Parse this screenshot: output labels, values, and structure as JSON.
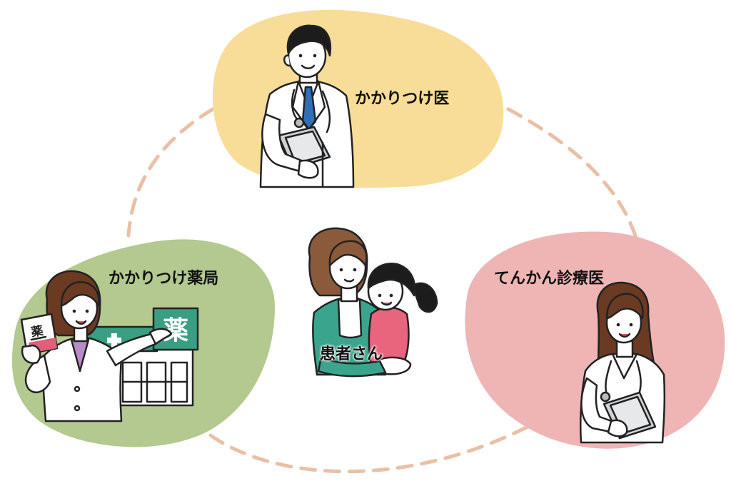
{
  "nodes": {
    "family_doctor": {
      "label": "かかりつけ医",
      "color": "#f7dd98"
    },
    "family_pharmacy": {
      "label": "かかりつけ薬局",
      "sign_text": "薬",
      "card_text": "薬",
      "color": "#b3c98f"
    },
    "epilepsy_clinic": {
      "label": "てんかん診療医",
      "color": "#efb5b5"
    },
    "patient": {
      "label": "患者さん"
    }
  },
  "connector_color": "#e9c0a6",
  "icons": [
    "doctor-figure-icon",
    "pharmacist-figure-icon",
    "pharmacy-building-icon",
    "female-doctor-figure-icon",
    "mother-and-child-icon"
  ]
}
